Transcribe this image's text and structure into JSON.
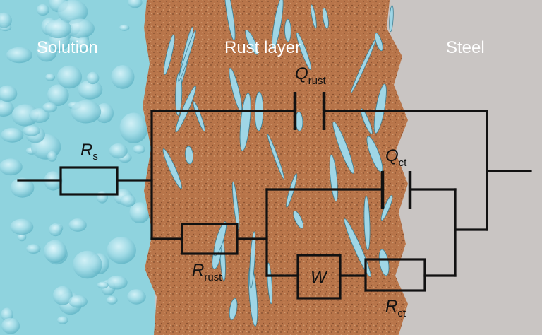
{
  "regions": {
    "solution": "Solution",
    "rust_layer": "Rust layer",
    "steel": "Steel"
  },
  "components": {
    "rs": {
      "symbol": "R",
      "sub": "s"
    },
    "q_rust": {
      "symbol": "Q",
      "sub": "rust"
    },
    "q_ct": {
      "symbol": "Q",
      "sub": "ct"
    },
    "r_rust": {
      "symbol": "R",
      "sub": "rust"
    },
    "w": {
      "symbol": "W"
    },
    "r_ct": {
      "symbol": "R",
      "sub": "ct"
    }
  },
  "colors": {
    "solution": "#8fd3de",
    "rust": "#b8754a",
    "steel": "#c9c5c3",
    "pore": "#9fd6e6",
    "line": "#111111"
  }
}
